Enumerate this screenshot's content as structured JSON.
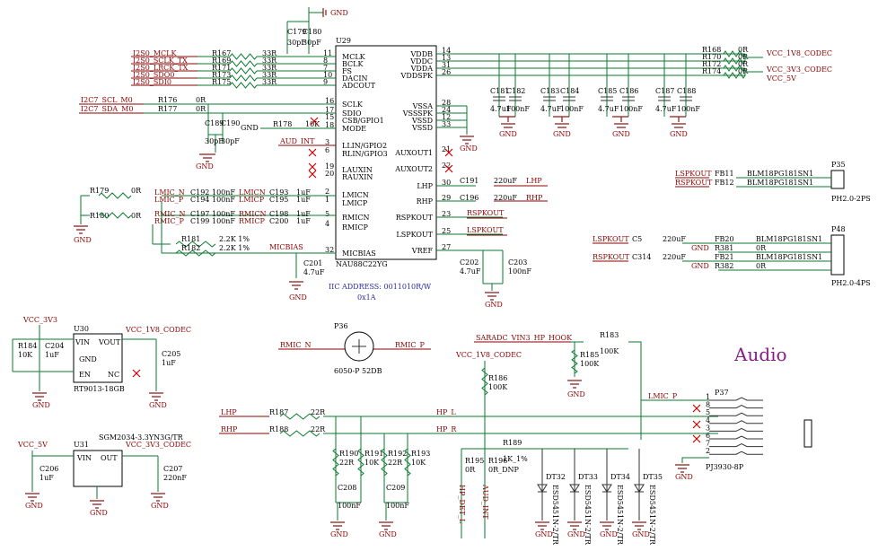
{
  "title": "Audio",
  "u29": {
    "ref": "U29",
    "part": "NAU88C22YG",
    "iic": "IIC ADDRESS: 0011010R/W",
    "iic_hex": "0x1A",
    "left_pins": [
      {
        "num": "11",
        "name": "MCLK",
        "net": "I2S0_MCLK",
        "res": "R167",
        "val": "33R"
      },
      {
        "num": "8",
        "name": "BCLK",
        "net": "I2S0_SCLK_TX",
        "res": "R169",
        "val": "33R"
      },
      {
        "num": "7",
        "name": "FS",
        "net": "I2S0_LRCK_TX",
        "res": "R171",
        "val": "33R"
      },
      {
        "num": "10",
        "name": "DACIN",
        "net": "I2S0_SDO0",
        "res": "R173",
        "val": "33R"
      },
      {
        "num": "9",
        "name": "ADCOUT",
        "net": "I2S0_SDI0",
        "res": "R175",
        "val": "33R"
      }
    ],
    "left_pins2": [
      {
        "num": "16",
        "name": "SCLK"
      },
      {
        "num": "17",
        "name": "SDIO"
      },
      {
        "num": "15",
        "name": "CSB/GPIO1"
      },
      {
        "num": "18",
        "name": "MODE"
      },
      {
        "num": "3",
        "name": "LLIN/GPIO2"
      },
      {
        "num": "6",
        "name": "RLIN/GPIO3"
      },
      {
        "num": "19",
        "name": "LAUXIN"
      },
      {
        "num": "20",
        "name": "RAUXIN"
      },
      {
        "num": "2",
        "name": "LMICN"
      },
      {
        "num": "1",
        "name": "LMICP"
      },
      {
        "num": "5",
        "name": "RMICN"
      },
      {
        "num": "4",
        "name": "RMICP"
      },
      {
        "num": "32",
        "name": "MICBIAS"
      }
    ],
    "right_pins": [
      {
        "num": "14",
        "name": "VDDB"
      },
      {
        "num": "13",
        "name": "VDDC"
      },
      {
        "num": "31",
        "name": "VDDA"
      },
      {
        "num": "26",
        "name": "VDDSPK"
      },
      {
        "num": "28",
        "name": "VSSA"
      },
      {
        "num": "24",
        "name": "VSSSPK"
      },
      {
        "num": "12",
        "name": "VSSD"
      },
      {
        "num": "33",
        "name": "VSSD"
      },
      {
        "num": "21",
        "name": "AUXOUT1"
      },
      {
        "num": "22",
        "name": "AUXOUT2"
      },
      {
        "num": "30",
        "name": "LHP"
      },
      {
        "num": "29",
        "name": "RHP"
      },
      {
        "num": "23",
        "name": "RSPKOUT"
      },
      {
        "num": "25",
        "name": "LSPKOUT"
      },
      {
        "num": "27",
        "name": "VREF"
      }
    ]
  },
  "nets": {
    "gnd": "GND",
    "i2c_scl": "I2C7_SCL_M0",
    "i2c_sda": "I2C7_SDA_M0",
    "aud_int": "AUD_INT",
    "lmic_n": "LMIC_N",
    "lmic_p": "LMIC_P",
    "rmic_n": "RMIC_N",
    "rmic_p": "RMIC_P",
    "lmicn": "LMICN",
    "lmicp": "LMICP",
    "rmicn": "RMICN",
    "rmicp": "RMICP",
    "micbias": "MICBIAS",
    "lhp": "LHP",
    "rhp": "RHP",
    "rspkout": "RSPKOUT",
    "lspkout": "LSPKOUT",
    "vcc_1v8": "VCC_1V8_CODEC",
    "vcc_3v3_codec": "VCC_3V3_CODEC",
    "vcc_5v": "VCC_5V",
    "vcc_3v3": "VCC_3V3",
    "hp_l": "HP_L",
    "hp_r": "HP_R",
    "saradc": "SARADC_VIN3_HP_HOOK",
    "hp_det": "HP_DET_L",
    "aud_int2": "AUD_INT"
  },
  "parts": {
    "r176": "R176",
    "r177": "R177",
    "v0r": "0R",
    "c189": "C189",
    "c190": "C190",
    "v30pf": "30pF",
    "r178": "R178",
    "v10k": "10K",
    "c179": "C179",
    "c180": "C180",
    "r179": "R179",
    "r180": "R180",
    "c192": "C192",
    "c194": "C194",
    "c197": "C197",
    "c199": "C199",
    "v100nf": "100nF",
    "c193": "C193",
    "c195": "C195",
    "c198": "C198",
    "c200": "C200",
    "v1uf": "1uF",
    "r181": "R181",
    "r182": "R182",
    "v22k": "2.2K 1%",
    "c201": "C201",
    "v47uf": "4.7uF",
    "c191": "C191",
    "c196": "C196",
    "v220uf": "220uF",
    "c202": "C202",
    "c203": "C203",
    "r168": "R168",
    "r170": "R170",
    "r172": "R172",
    "r174": "R174",
    "c181": "C181",
    "c182": "C182",
    "c183": "C183",
    "c184": "C184",
    "c185": "C185",
    "c186": "C186",
    "c187": "C187",
    "c188": "C188",
    "p35": "P35",
    "fb11": "FB11",
    "fb12": "FB12",
    "blm": "BLM18PG181SN1",
    "ph22": "PH2.0-2PS",
    "p48": "P48",
    "c5": "C5",
    "c314": "C314",
    "fb20": "FB20",
    "fb21": "FB21",
    "r381": "R381",
    "r382": "R382",
    "ph24": "PH2.0-4PS",
    "u30": "U30",
    "r184": "R184",
    "c204": "C204",
    "c205": "C205",
    "rt9013": "RT9013-18GB",
    "vin": "VIN",
    "vout": "VOUT",
    "gndp": "GND",
    "en": "EN",
    "nc": "NC",
    "u31": "U31",
    "sgm": "SGM2034-3.3YN3G/TR",
    "out": "OUT",
    "c206": "C206",
    "c207": "C207",
    "v220nf": "220nF",
    "p36": "P36",
    "mic": "6050-P 52DB",
    "r183": "R183",
    "r185": "R185",
    "v100k": "100K",
    "r186": "R186",
    "r187": "R187",
    "r188": "R188",
    "v22r": "22R",
    "r190": "R190",
    "r191": "R191",
    "r192": "R192",
    "r193": "R193",
    "c208": "C208",
    "c209": "C209",
    "r189": "R189",
    "v1k": "1K_1%",
    "r195": "R195",
    "r196": "R196",
    "v0rdnp": "0R_DNP",
    "dt32": "DT32",
    "dt33": "DT33",
    "dt34": "DT34",
    "dt35": "DT35",
    "esd": "ESD5451N-2/TR",
    "p37": "P37",
    "pj": "PJ3930-8P"
  }
}
